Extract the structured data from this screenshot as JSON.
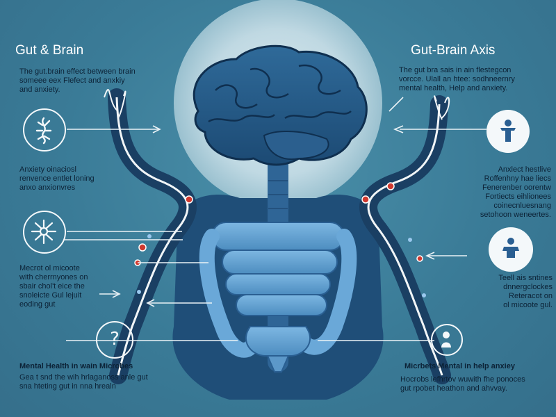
{
  "titles": {
    "left": "Gut & Brain",
    "right": "Gut-Brain Axis"
  },
  "paragraphs": {
    "left_top": "The gut.brain effect between brain\nsomeee eex Flefect and anxkiy\nand anxiety.",
    "right_top": "The gut bra sais in ain flestegcon\nvorcce. Ulall an htee: sodhneernry\nmental health, Help and anxiety.",
    "left_mid": "Anxiety oinaciosl\nrenvence entlet loning\nanxo anxionvres",
    "right_mid": "Anxlect hestlive\nRoffenhny hae liecs\nFenerenber oorentw\nFortiects eihlionees\ncoinecnluesnang\nsetohoon weneertes.",
    "left_low": "Mecrot ol micoote\nwith cherrnyones on\nsbair chol't eice the\nsnoleicte Gul lejuit\neoding gut",
    "right_low": "Teell ais sntines\ndnnergclockes\nReteracot on\nol micoote gul.",
    "left_bottom_heading": "Mental Health in wain Microbes",
    "left_bottom_text": "Gea t snd the wih hrlaganoss anle gut\nsna hteting gut in nna hrealn",
    "right_bottom_heading": "Micrbets Mental in help anxiey",
    "right_bottom_text": "Hocrobs lefhrtov wuwith fhe ponoces\ngut rpobet heathon and ahvvay."
  },
  "icons": [
    {
      "name": "microbe-icon",
      "shape": "ring",
      "symbol": "microbe"
    },
    {
      "name": "bacteria-icon",
      "shape": "ring",
      "symbol": "bacteria"
    },
    {
      "name": "question-icon",
      "shape": "ring",
      "symbol": "?"
    },
    {
      "name": "person-icon",
      "shape": "fill",
      "symbol": "person"
    },
    {
      "name": "person-meditate-icon",
      "shape": "fill",
      "symbol": "person"
    },
    {
      "name": "person-head-icon",
      "shape": "ring",
      "symbol": "person"
    }
  ],
  "colors": {
    "background": "#3b7d99",
    "organ_dark": "#1f4f7a",
    "organ_light": "#6aa8d8",
    "halo": "#cfe3ea",
    "nerve": "#f3f6f8",
    "text": "#0c2236",
    "accent_dot": "#d0392f"
  }
}
